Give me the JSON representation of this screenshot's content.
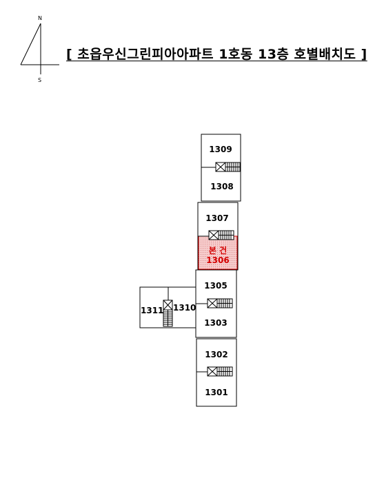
{
  "title": "[ 초읍우신그린피아아파트  1호동  13층  호별배치도 ]",
  "compass": {
    "north": "N",
    "south": "S"
  },
  "highlight": {
    "tag": "본 건",
    "unit": "1306",
    "text_color": "#d40000",
    "fill": "#f2b8b8"
  },
  "units": {
    "u1309": "1309",
    "u1308": "1308",
    "u1307": "1307",
    "u1305": "1305",
    "u1303": "1303",
    "u1311": "1311",
    "u1310": "1310",
    "u1302": "1302",
    "u1301": "1301"
  }
}
